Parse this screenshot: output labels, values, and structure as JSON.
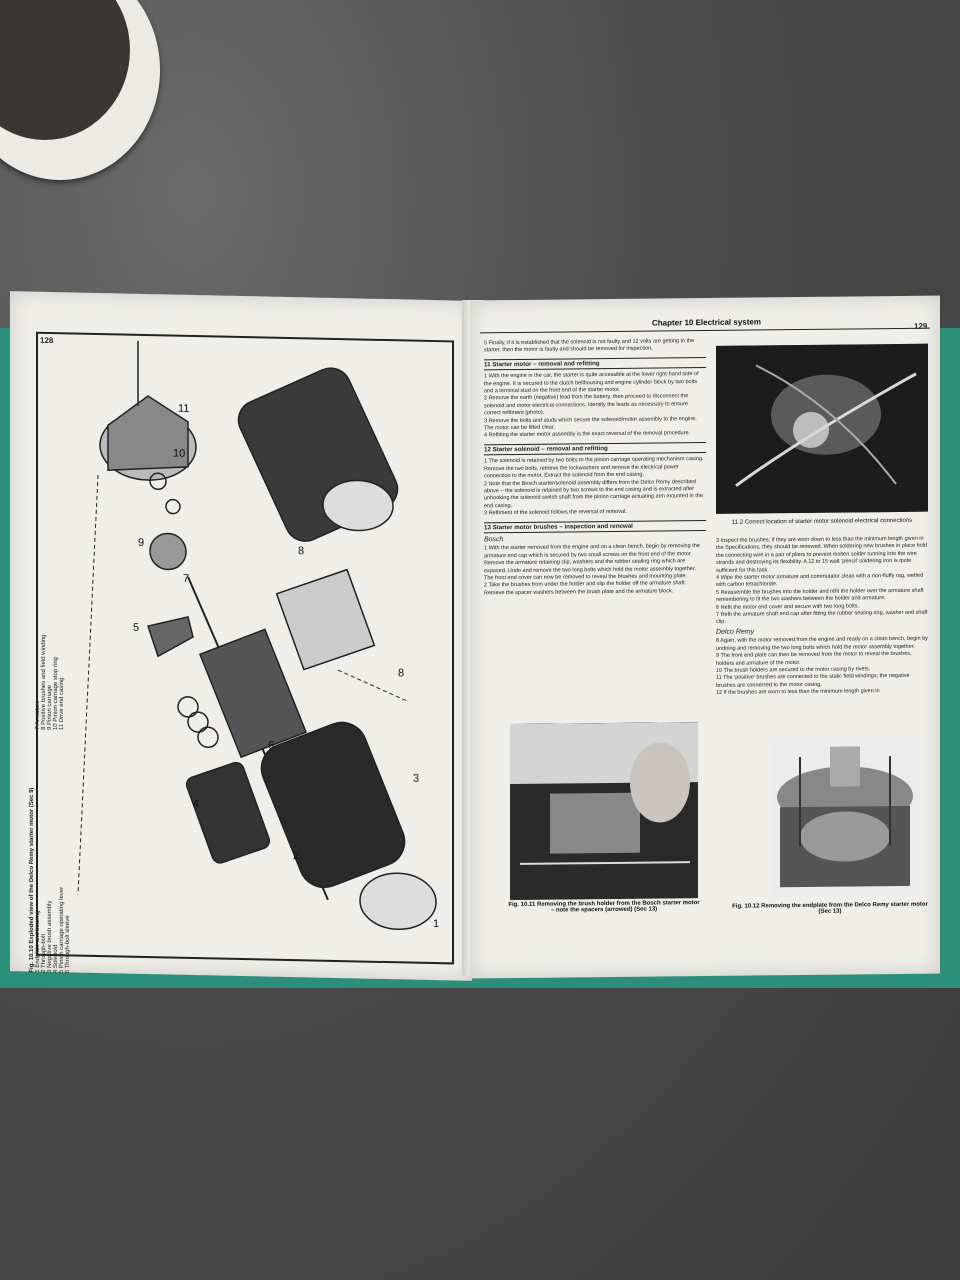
{
  "left_page": {
    "page_number": "128",
    "figure_caption": "Fig. 10.10 Exploded view of the Delco Remy starter motor (Sec 9)",
    "legend": [
      "1 Endplate and bearing",
      "2 Through-bolt",
      "3 Negative brush assembly",
      "4 Solenoid",
      "5 Pinion carriage operating lever",
      "6 Through-bolt sleeve",
      "7 Armature",
      "8 Positive brushes and field winding",
      "9 Pinion carriage",
      "10 Pinion carriage stop ring",
      "11 Drive end casing"
    ],
    "callouts": [
      "1",
      "2",
      "3",
      "4",
      "5",
      "6",
      "7",
      "8",
      "9",
      "10",
      "11",
      "8"
    ]
  },
  "right_page": {
    "page_number": "129",
    "chapter_title": "Chapter 10  Electrical system",
    "intro": "5  Finally, if it is established that the solenoid is not faulty and 12 volts are getting to the starter, then the motor is faulty and should be removed for inspection.",
    "sec11_title": "11  Starter motor – removal and refitting",
    "sec11_text": "1  With the engine in the car, the starter is quite accessible at the lower right-hand side of the engine. It is secured to the clutch bellhousing and engine cylinder block by two bolts and a terminal stud on the front end of the starter motor.\n2  Remove the earth (negative) lead from the battery, then proceed to disconnect the solenoid and motor electrical connections. Identify the leads as necessary to ensure correct refitment (photo).\n3  Remove the bolts and studs which secure the solenoid/motor assembly to the engine. The motor can be lifted clear.\n4  Refitting the starter motor assembly is the exact reversal of the removal procedure.",
    "sec12_title": "12  Starter solenoid – removal and refitting",
    "sec12_text": "1  The solenoid is retained by two bolts to the pinion carriage operating mechanism casing. Remove the two bolts, retrieve the lockwashers and remove the electrical power connection to the motor. Extract the solenoid from the end casing.\n2  Note that the Bosch starter/solenoid assembly differs from the Delco Remy described above – the solenoid is retained by two screws to the end casing and is extracted after unhooking the solenoid switch shaft from the pinion carriage actuating arm mounted in the end casing.\n3  Refitment of the solenoid follows the reversal of removal.",
    "sec13_title": "13  Starter motor brushes – inspection and renewal",
    "bosch_title": "Bosch",
    "bosch_text": "1  With the starter removed from the engine and on a clean bench, begin by removing the armature end cap which is secured by two small screws on the front end of the motor. Remove the armature retaining clip, washers and the rubber sealing ring which are exposed. Undo and remove the two long bolts which hold the motor assembly together. The front end cover can now be removed to reveal the brushes and mounting plate.\n2  Take the brushes from under the holder and slip the holder off the armature shaft. Retrieve the spacer washers between the brush plate and the armature block.",
    "photo1_caption": "11.2 Correct location of starter motor solenoid electrical connections",
    "col2_text": "3  Inspect the brushes; if they are worn down to less than the minimum length given in the Specifications, they should be renewed. When soldering new brushes in place hold the connecting wire in a pair of pliers to prevent molten solder running into the wire strands and destroying its flexibility. A 12 to 15 watt 'pencil' soldering iron is quite sufficient for this task.\n4  Wipe the starter motor armature and commutator clean with a non-fluffy rag, wetted with carbon tetrachloride.\n5  Reassemble the brushes into the holder and refit the holder over the armature shaft remembering to fit the two washers between the holder and armature.\n6  Refit the motor end cover and secure with two long bolts.\n7  Refit the armature shaft end cap after fitting the rubber sealing ring, washer and shaft clip.",
    "delco_title": "Delco Remy",
    "delco_text": "8  Again, with the motor removed from the engine and ready on a clean bench, begin by undoing and removing the two long bolts which hold the motor assembly together.\n9  The front end plate can then be removed from the motor to reveal the brushes, holders and armature of the motor.\n10  The brush holders are secured to the motor casing by rivets.\n11  The 'positive' brushes are connected to the static field windings; the negative brushes are connected to the motor casing.\n12  If the brushes are worn to less than the minimum length given in",
    "fig11_caption": "Fig. 10.11 Removing the brush holder from the Bosch starter motor – note the spacers (arrowed) (Sec 13)",
    "fig12_caption": "Fig. 10.12 Removing the endplate from the Delco Remy starter motor (Sec 13)"
  }
}
